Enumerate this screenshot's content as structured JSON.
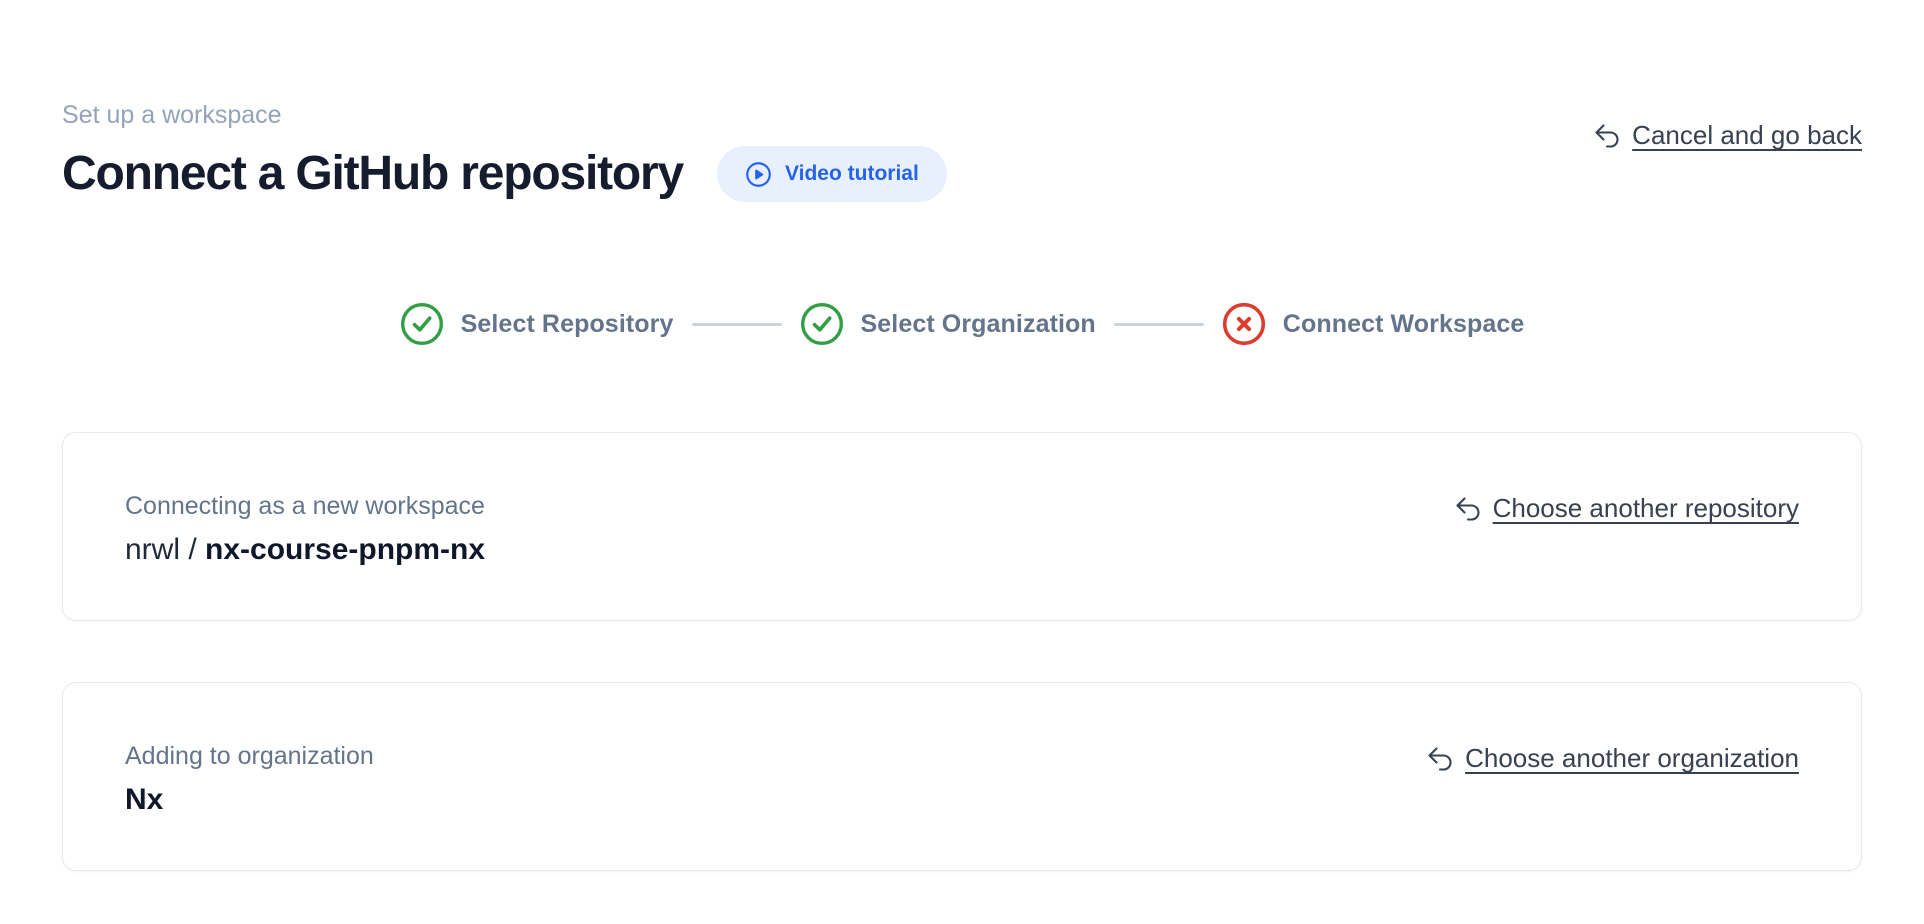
{
  "page": {
    "eyebrow": "Set up a workspace",
    "title": "Connect a GitHub repository",
    "video_tutorial_label": "Video tutorial",
    "cancel_link_label": "Cancel and go back"
  },
  "stepper": {
    "steps": [
      {
        "label": "Select Repository",
        "status": "complete"
      },
      {
        "label": "Select Organization",
        "status": "complete"
      },
      {
        "label": "Connect Workspace",
        "status": "error"
      }
    ]
  },
  "repository_card": {
    "label": "Connecting as a new workspace",
    "owner": "nrwl / ",
    "repo": "nx-course-pnpm-nx",
    "change_link_label": "Choose another repository"
  },
  "organization_card": {
    "label": "Adding to organization",
    "name": "Nx",
    "change_link_label": "Choose another organization"
  },
  "icons": {
    "back": "arrow-uturn-left",
    "play": "play-circle",
    "complete": "check-circle",
    "error": "x-circle"
  },
  "colors": {
    "accent_blue": "#2563eb",
    "accent_blue_bg": "#e9f0fd",
    "success_green": "#2f9e44",
    "error_red": "#dc3d2f",
    "muted_text": "#94a3b8",
    "step_text": "#64748b",
    "link_text": "#374151",
    "heading_text": "#151c2e",
    "card_border": "#e7e9f0",
    "connector": "#ccd3e0"
  }
}
